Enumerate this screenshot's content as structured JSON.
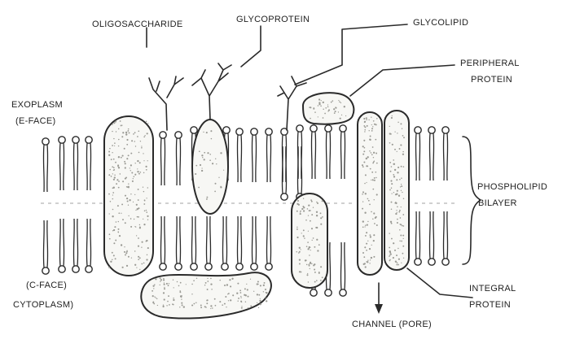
{
  "labels": {
    "oligosaccharide": "OLIGOSACCHARIDE",
    "glycoprotein": "GLYCOPROTEIN",
    "glycolipid": "GLYCOLIPID",
    "peripheral_1": "PERIPHERAL",
    "peripheral_2": "PROTEIN",
    "exoplasm_1": "EXOPLASM",
    "exoplasm_2": "(E-FACE)",
    "phospholipid_1": "PHOSPHOLIPID",
    "phospholipid_2": "BILAYER",
    "cface_1": "(C-FACE)",
    "cface_2": "CYTOPLASM)",
    "integral_1": "INTEGRAL",
    "integral_2": "PROTEIN",
    "channel": "CHANNEL (PORE)"
  }
}
